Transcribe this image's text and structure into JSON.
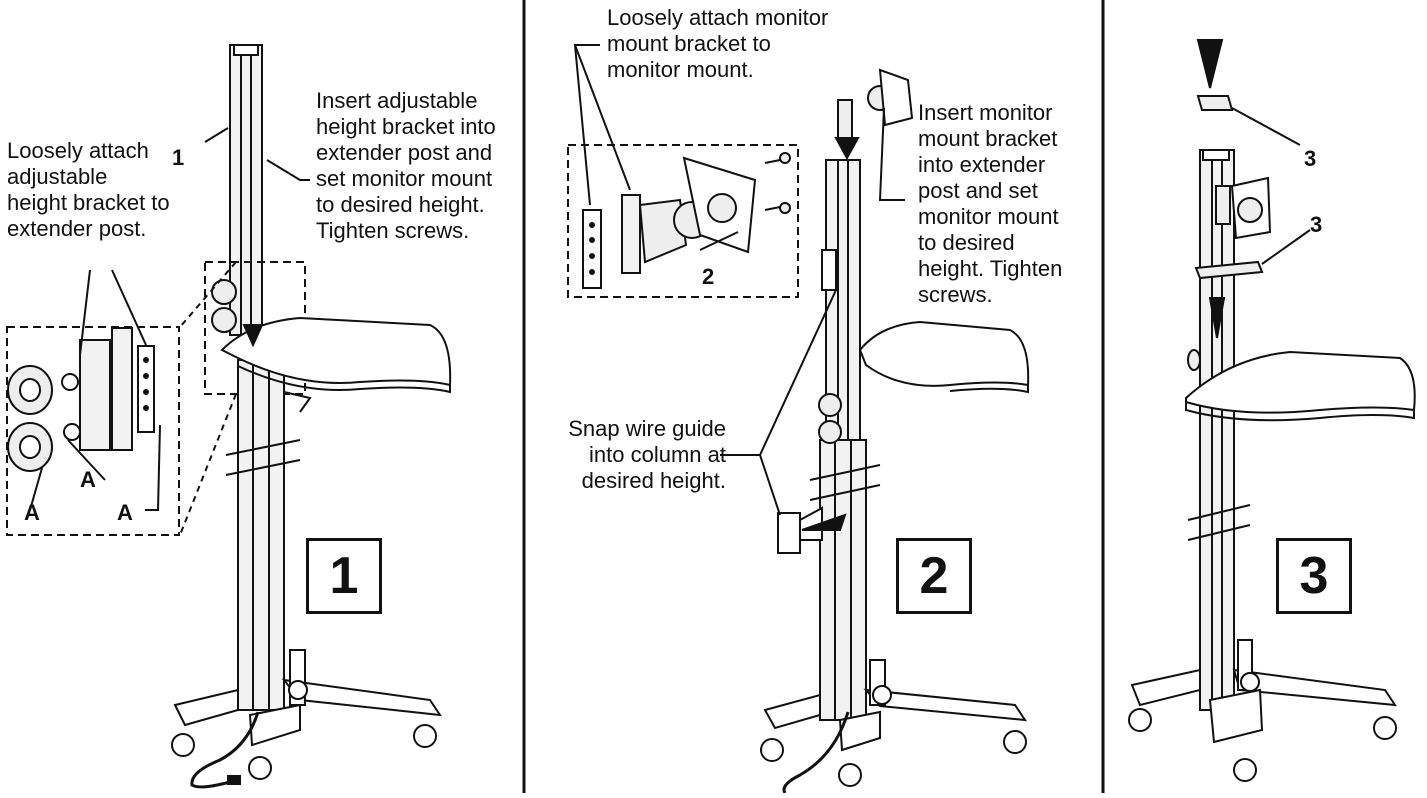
{
  "colors": {
    "ink": "#111111",
    "background": "#ffffff",
    "fill": "#f2f2f2"
  },
  "panels": [
    {
      "step": "1",
      "instructions": [
        "Loosely attach\nadjustable\nheight bracket to\nextender post.",
        "Insert adjustable\nheight bracket into\nextender post and\nset monitor mount\nto desired height.\nTighten screws."
      ],
      "callouts": [
        "1",
        "A",
        "A",
        "A"
      ]
    },
    {
      "step": "2",
      "instructions": [
        "Loosely attach monitor\nmount  bracket to\nmonitor mount.",
        "Insert monitor\nmount bracket\ninto extender\npost and set\nmonitor mount\nto desired\nheight. Tighten\nscrews.",
        "Snap wire guide\ninto column at\ndesired height."
      ],
      "callouts": [
        "2"
      ]
    },
    {
      "step": "3",
      "instructions": [],
      "callouts": [
        "3",
        "3"
      ]
    }
  ]
}
